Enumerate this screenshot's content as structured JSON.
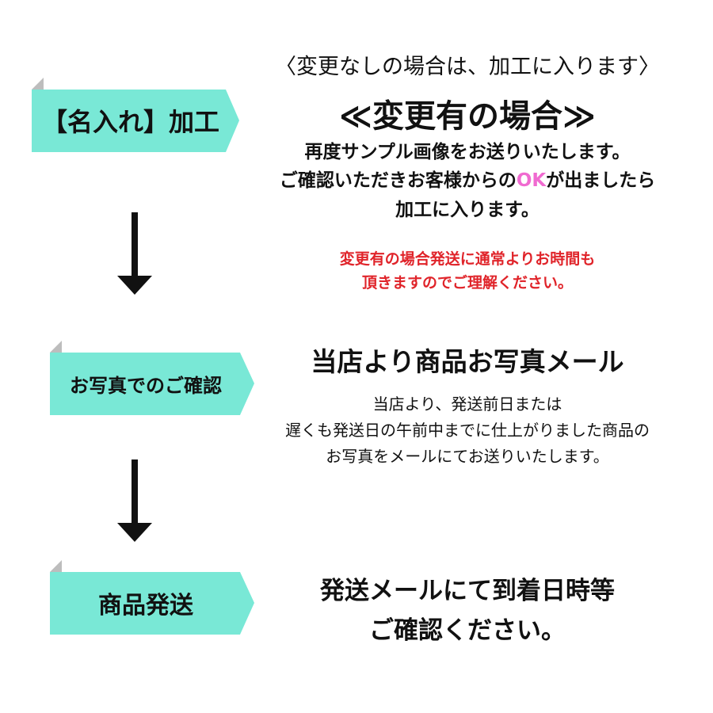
{
  "steps": [
    {
      "label": "【名入れ】加工"
    },
    {
      "label": "お写真でのご確認"
    },
    {
      "label": "商品発送"
    }
  ],
  "step1": {
    "note": "〈変更なしの場合は、加工に入ります〉",
    "heading": "≪変更有の場合≫",
    "lines": [
      "再度サンプル画像をお送りいたします。",
      "ご確認いただきお客様からの",
      "OK",
      "が出ましたら",
      "加工に入ります。"
    ],
    "warning": [
      "変更有の場合発送に通常よりお時間も",
      "頂きますのでご理解ください。"
    ]
  },
  "step2": {
    "heading": "当店より商品お写真メール",
    "lines": [
      "当店より、発送前日または",
      "遅くも発送日の午前中までに仕上がりました商品の",
      "お写真をメールにてお送りいたします。"
    ]
  },
  "step3": {
    "lines": [
      "発送メールにて到着日時等",
      "ご確認ください。"
    ]
  },
  "colors": {
    "banner": "#79e8d6",
    "fold": "#bdbdbd",
    "warning": "#e0242a",
    "ok": "#f06ad0"
  }
}
